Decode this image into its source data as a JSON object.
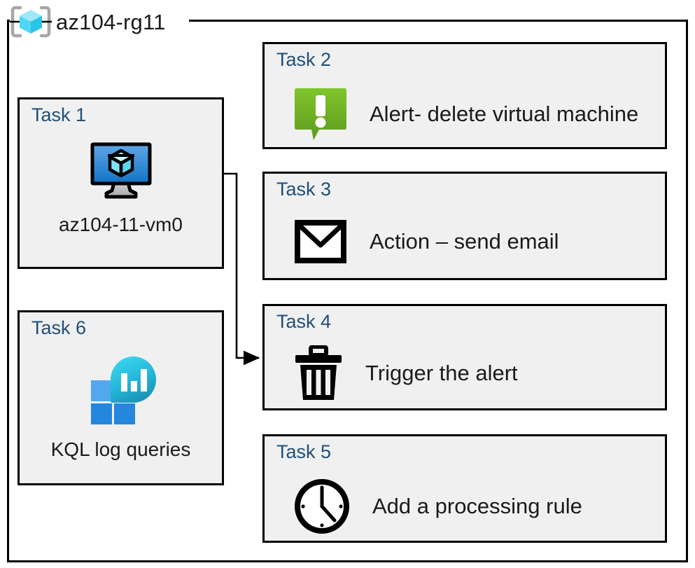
{
  "diagram": {
    "title": "az104-rg11",
    "resource_group_icon": "resource-group-cube-icon",
    "frame_color": "#000000",
    "card_fill": "#f0f0f0",
    "task_label_color": "#1f4e79",
    "text_color": "#1a1a1a"
  },
  "tasks": [
    {
      "label": "Task 1",
      "caption": "az104-11-vm0",
      "icon": "virtual-machine-icon",
      "layout": "vertical",
      "accent": "#2b7cd3"
    },
    {
      "label": "Task 2",
      "caption": "Alert- delete virtual machine",
      "icon": "alert-speech-bubble-icon",
      "layout": "horizontal",
      "accent": "#7ab800"
    },
    {
      "label": "Task 3",
      "caption": "Action – send email",
      "icon": "envelope-icon",
      "layout": "horizontal",
      "accent": "#000000"
    },
    {
      "label": "Task 4",
      "caption": "Trigger the alert",
      "icon": "trash-can-icon",
      "layout": "horizontal",
      "accent": "#000000"
    },
    {
      "label": "Task 5",
      "caption": "Add a processing rule",
      "icon": "clock-icon",
      "layout": "horizontal",
      "accent": "#000000"
    },
    {
      "label": "Task 6",
      "caption": "KQL log queries",
      "icon": "log-analytics-icon",
      "layout": "vertical",
      "accent": "#2ec8e6"
    }
  ],
  "connector": {
    "name": "vm-to-trigger-connector",
    "from": "Task 1",
    "to": "Task 4",
    "arrow": "arrowhead-right"
  }
}
